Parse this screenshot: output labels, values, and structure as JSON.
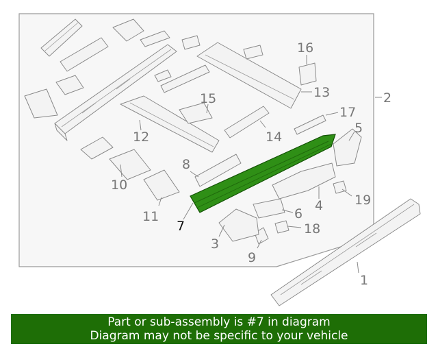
{
  "diagram": {
    "callouts": [
      {
        "id": "1",
        "label": "1"
      },
      {
        "id": "2",
        "label": "2"
      },
      {
        "id": "3",
        "label": "3"
      },
      {
        "id": "4",
        "label": "4"
      },
      {
        "id": "5",
        "label": "5"
      },
      {
        "id": "6",
        "label": "6"
      },
      {
        "id": "7",
        "label": "7"
      },
      {
        "id": "8",
        "label": "8"
      },
      {
        "id": "9",
        "label": "9"
      },
      {
        "id": "10",
        "label": "10"
      },
      {
        "id": "11",
        "label": "11"
      },
      {
        "id": "12",
        "label": "12"
      },
      {
        "id": "13",
        "label": "13"
      },
      {
        "id": "14",
        "label": "14"
      },
      {
        "id": "15",
        "label": "15"
      },
      {
        "id": "16",
        "label": "16"
      },
      {
        "id": "17",
        "label": "17"
      },
      {
        "id": "18",
        "label": "18"
      },
      {
        "id": "19",
        "label": "19"
      }
    ],
    "highlighted_part": "7",
    "highlight_color": "#2f8f16"
  },
  "banner": {
    "line1": "Part or sub-assembly is #7 in diagram",
    "line2": "Diagram may not be specific to your vehicle",
    "background": "#1e6e06",
    "text_color": "#ffffff"
  }
}
